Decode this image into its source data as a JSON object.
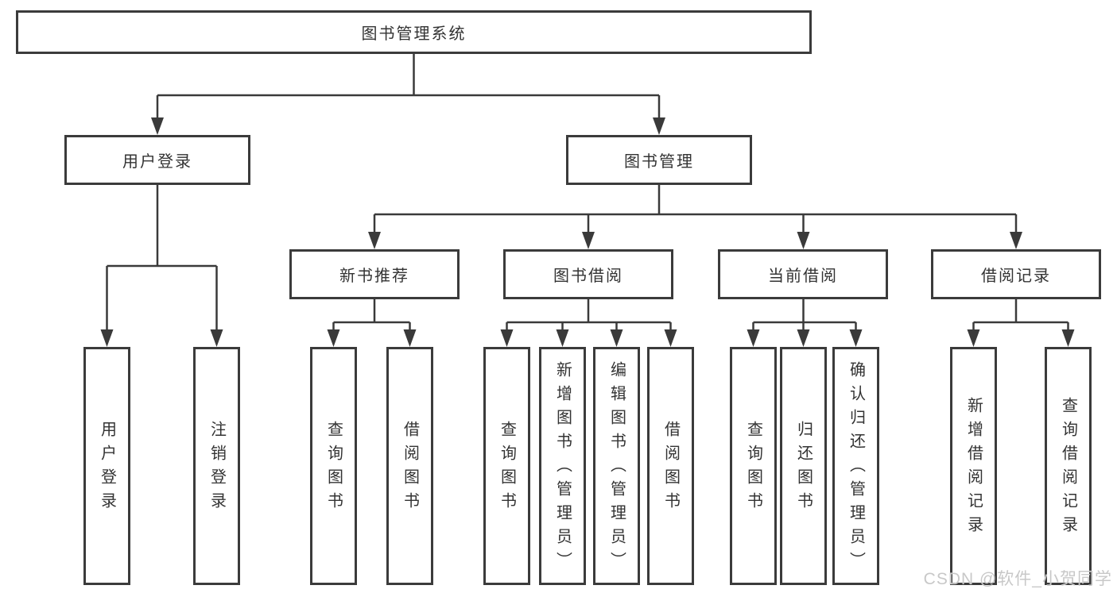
{
  "colors": {
    "line": "#3a3a3a",
    "text": "#333333",
    "watermark": "#c8c8c8"
  },
  "tree": {
    "root": "图书管理系统",
    "branches": [
      {
        "label": "用户登录",
        "children": [
          "用户登录",
          "注销登录"
        ]
      },
      {
        "label": "图书管理",
        "groups": [
          {
            "label": "新书推荐",
            "children": [
              "查询图书",
              "借阅图书"
            ]
          },
          {
            "label": "图书借阅",
            "children": [
              "查询图书",
              "新增图书（管理员）",
              "编辑图书（管理员）",
              "借阅图书"
            ]
          },
          {
            "label": "当前借阅",
            "children": [
              "查询图书",
              "归还图书",
              "确认归还（管理员）"
            ]
          },
          {
            "label": "借阅记录",
            "children": [
              "新增借阅记录",
              "查询借阅记录"
            ]
          }
        ]
      }
    ]
  },
  "watermark": "CSDN @软件_小贺同学"
}
